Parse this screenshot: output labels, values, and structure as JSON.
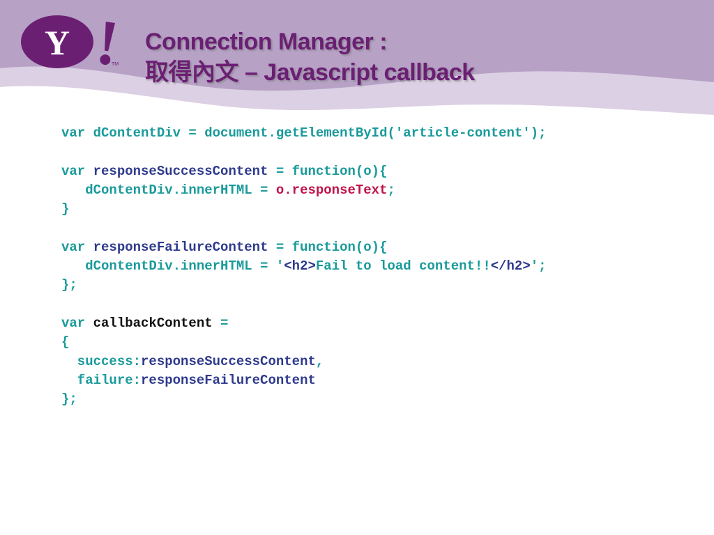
{
  "slide": {
    "title_line1": "Connection Manager :",
    "title_line2": "取得內文 – Javascript callback",
    "logo": {
      "letter": "Y",
      "exclaim": "!",
      "tm": "TM"
    },
    "colors": {
      "title": "#6b1f73",
      "header_band": "#b7a2c6",
      "header_light": "#dcd0e4",
      "logo_purple": "#6b1f73",
      "code_teal": "#1a9a9a",
      "code_navy": "#2e3a8c",
      "code_red": "#c0134a"
    }
  },
  "code": {
    "l1a": "var dContentDiv = document.getElementById('article-content');",
    "l3a": "var ",
    "l3b": "responseSuccessContent",
    "l3c": " = function(o){",
    "l4a": "   dContentDiv.innerHTML = ",
    "l4b": "o.responseText",
    "l4c": ";",
    "l5a": "}",
    "l7a": "var ",
    "l7b": "responseFailureContent",
    "l7c": " = function(o){",
    "l8a": "   dContentDiv.innerHTML = '",
    "l8b": "<h2>",
    "l8c": "Fail to load content!!",
    "l8d": "</h2>",
    "l8e": "';",
    "l9a": "};",
    "l11a": "var ",
    "l11b": "callbackContent",
    "l11c": " =",
    "l12a": "{",
    "l13a": "  success:",
    "l13b": "responseSuccessContent",
    "l13c": ",",
    "l14a": "  failure:",
    "l14b": "responseFailureContent",
    "l15a": "};"
  }
}
